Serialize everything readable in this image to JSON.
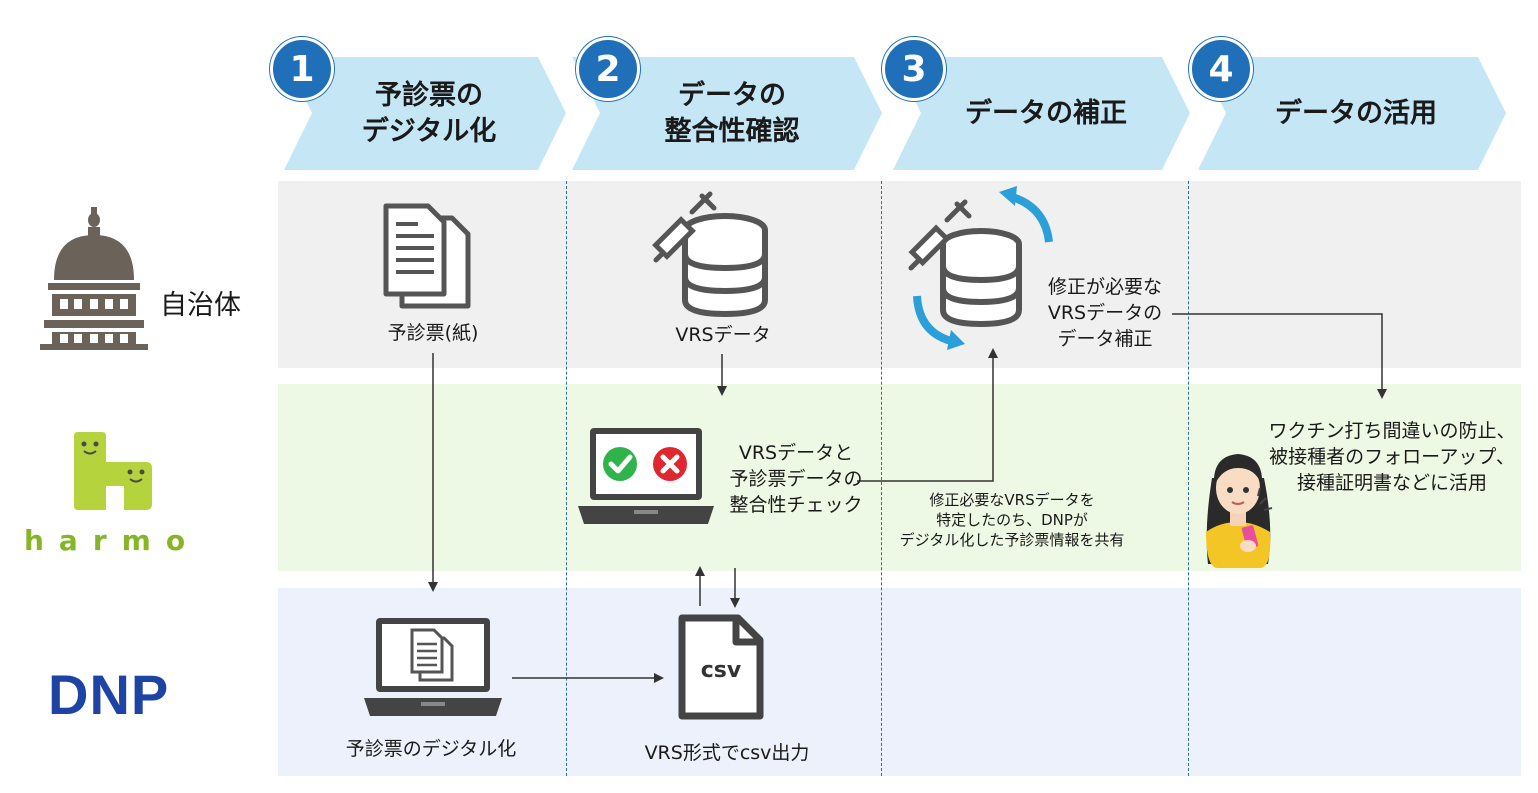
{
  "steps": [
    {
      "number": "1",
      "title": "予診票の\nデジタル化"
    },
    {
      "number": "2",
      "title": "データの\n整合性確認"
    },
    {
      "number": "3",
      "title": "データの補正"
    },
    {
      "number": "4",
      "title": "データの活用"
    }
  ],
  "actors": {
    "government": "自治体",
    "harmo": "harmo",
    "dnp": "DNP"
  },
  "labels": {
    "paper_form": "予診票(紙)",
    "vrs_data": "VRSデータ",
    "consistency_check": "VRSデータと\n予診票データの\n整合性チェック",
    "correction": "修正が必要な\nVRSデータの\nデータ補正",
    "share_info": "修正必要なVRSデータを\n特定したのち、DNPが\nデジタル化した予診票情報を共有",
    "utilization": "ワクチン打ち間違いの防止、\n被接種者のフォローアップ、\n接種証明書などに活用",
    "digitize": "予診票のデジタル化",
    "csv_output": "VRS形式でcsv出力",
    "csv_badge": "csv"
  },
  "colors": {
    "chevron": "#c5e6f5",
    "number_circle": "#1f70b8",
    "band_gov": "#f0f0f0",
    "band_harmo": "#edf9e4",
    "band_dnp": "#ecf1fb",
    "dnp_brand": "#1d44a5",
    "harmo_brand": "#86b528",
    "icon_gray": "#555555",
    "check_green": "#2fb34a",
    "cross_red": "#e0262f",
    "cycle_blue": "#2a9fd8"
  },
  "icons": [
    "city-hall-icon",
    "document-stack-icon",
    "syringe-database-icon",
    "sync-database-icon",
    "laptop-check-icon",
    "laptop-document-icon",
    "csv-file-icon",
    "woman-phone-icon"
  ]
}
